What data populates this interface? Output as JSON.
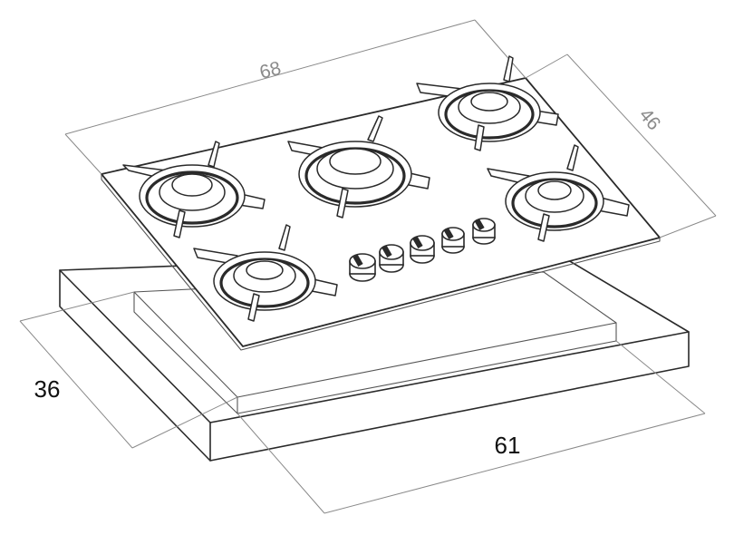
{
  "dimensions": {
    "hob_width": "68",
    "hob_depth": "46",
    "cutout_width": "61",
    "cutout_depth": "36"
  },
  "colors": {
    "line": "#2a2a2a",
    "dimension_line": "#8a8a8a",
    "background": "#ffffff"
  }
}
